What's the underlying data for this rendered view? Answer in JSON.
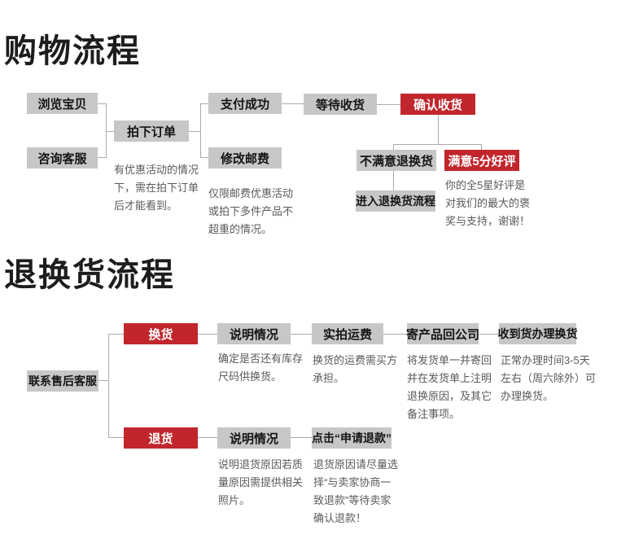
{
  "colors": {
    "accent_red": "#c2262d",
    "box_gray": "#c7c7c7",
    "connector_gray": "#ababab",
    "note_text": "#5a5a5a",
    "title_text": "#1d1d1d"
  },
  "section1": {
    "title": "购物流程",
    "boxes": {
      "browse": "浏览宝贝",
      "consult": "咨询客服",
      "order": "拍下订单",
      "pay": "支付成功",
      "postage": "修改邮费",
      "wait": "等待收货",
      "confirm": "确认收货",
      "unsatisfied": "不满意退换货",
      "satisfied": "满意5分好评",
      "enter_return": "进入退换货流程"
    },
    "notes": {
      "order": [
        "有优惠活动的情况",
        "下，需在拍下订单",
        "后才能看到。"
      ],
      "postage": [
        "仅限邮费优惠活动",
        "或拍下多件产品不",
        "超重的情况。"
      ],
      "satisfied": [
        "你的全5星好评是",
        "对我们的最大的褒",
        "奖与支持，谢谢！"
      ]
    }
  },
  "section2": {
    "title": "退换货流程",
    "boxes": {
      "contact": "联系售后客服",
      "exchange": "换货",
      "refund": "退货",
      "explain1": "说明情况",
      "freight": "实拍运费",
      "send": "寄产品回公司",
      "receive": "收到货办理换货",
      "explain2": "说明情况",
      "click_refund": "点击“申请退款”"
    },
    "notes": {
      "explain1": [
        "确定是否还有库存",
        "尺码供换货。"
      ],
      "freight": [
        "换货的运费需买方",
        "承担。"
      ],
      "send": [
        "将发货单一并寄回",
        "并在发货单上注明",
        "退换原因，及其它",
        "备注事项。"
      ],
      "receive": [
        "正常办理时间3-5天",
        "左右（周六除外）可",
        "办理换货。"
      ],
      "explain2": [
        "说明退货原因若质",
        "量原因需提供相关",
        "照片。"
      ],
      "click_refund": [
        "退货原因请尽量选",
        "择“与卖家协商一",
        "致退款”等待卖家",
        "确认退款！"
      ]
    }
  }
}
